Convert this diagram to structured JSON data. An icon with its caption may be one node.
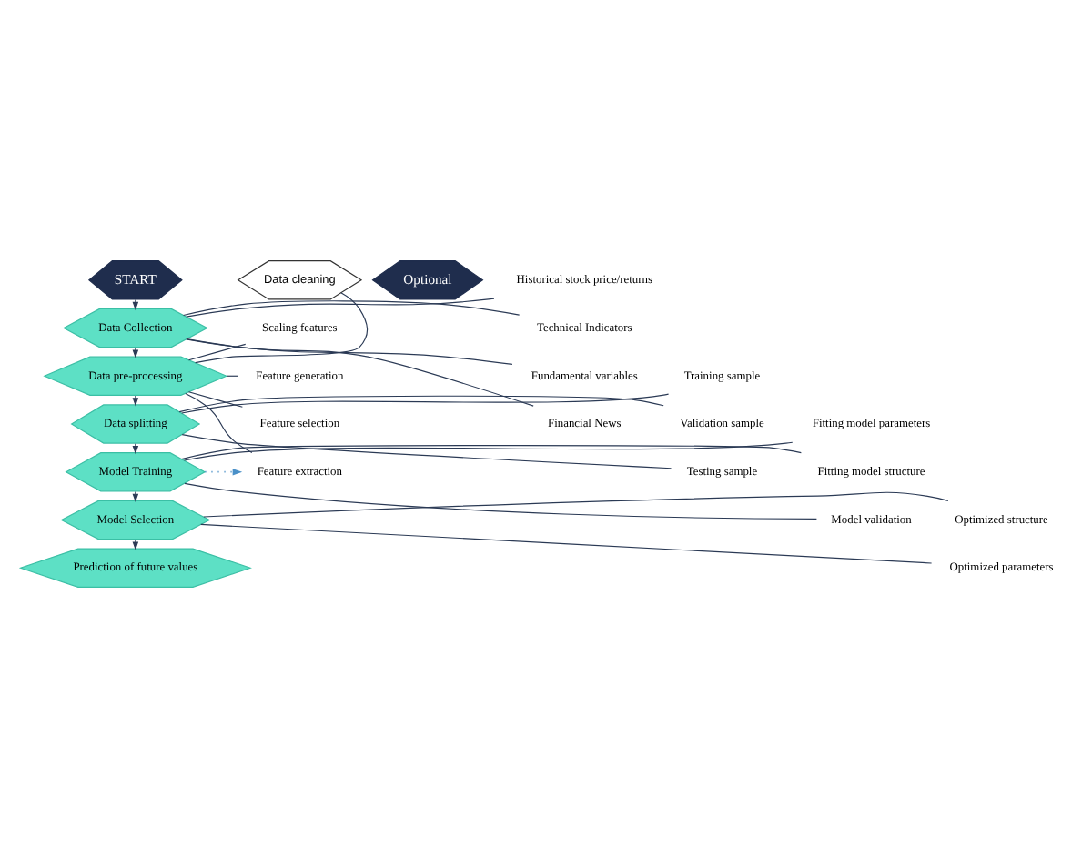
{
  "diagram": {
    "nodes": [
      {
        "text": [
          "START"
        ]
      },
      {
        "text": [
          "Data Collection"
        ]
      },
      {
        "text": [
          "Historical stock price/returns"
        ]
      },
      {
        "text": [
          "Technical Indicators"
        ]
      },
      {
        "text": [
          "Fundamental variables"
        ]
      },
      {
        "text": [
          "Financial News"
        ]
      },
      {
        "text": [
          "Data cleaning"
        ]
      },
      {
        "text": [
          "Optional"
        ]
      },
      {
        "text": [
          "Data pre-processing"
        ]
      },
      {
        "text": [
          "Scaling features"
        ]
      },
      {
        "text": [
          "Feature generation"
        ]
      },
      {
        "text": [
          "Feature selection"
        ]
      },
      {
        "text": [
          "Feature extraction"
        ]
      },
      {
        "text": [
          "Data splitting"
        ]
      },
      {
        "text": [
          "Training sample"
        ]
      },
      {
        "text": [
          "Validation sample"
        ]
      },
      {
        "text": [
          "Testing sample"
        ]
      },
      {
        "text": [
          "Model Training"
        ]
      },
      {
        "text": [
          "Fitting model parameters"
        ]
      },
      {
        "text": [
          "Fitting model structure"
        ]
      },
      {
        "text": [
          "Model validation"
        ]
      },
      {
        "text": [
          "Model Selection"
        ]
      },
      {
        "text": [
          "Optimized structure"
        ]
      },
      {
        "text": [
          "Optimized parameters"
        ]
      },
      {
        "text": [
          "Prediction of future values"
        ]
      }
    ],
    "edges": [
      {
        "from": 0,
        "to": 1,
        "arrow": "to"
      },
      {
        "from": 2,
        "to": 1,
        "arrow": "none"
      },
      {
        "from": 3,
        "to": 1,
        "arrow": "none"
      },
      {
        "from": 4,
        "to": 1,
        "arrow": "none"
      },
      {
        "from": 5,
        "to": 1,
        "arrow": "none"
      },
      {
        "from": 1,
        "to": 8,
        "arrow": "to"
      },
      {
        "from": 8,
        "to": 6,
        "arrow": "none"
      },
      {
        "from": 8,
        "to": 9,
        "arrow": "none"
      },
      {
        "from": 8,
        "to": 10,
        "arrow": "none"
      },
      {
        "from": 8,
        "to": 11,
        "arrow": "none"
      },
      {
        "from": 8,
        "to": 12,
        "arrow": "none"
      },
      {
        "from": 8,
        "to": 13,
        "arrow": "to"
      },
      {
        "from": 13,
        "to": 14,
        "arrow": "none"
      },
      {
        "from": 13,
        "to": 15,
        "arrow": "none"
      },
      {
        "from": 13,
        "to": 16,
        "arrow": "none"
      },
      {
        "from": 13,
        "to": 17,
        "arrow": "to"
      },
      {
        "from": 18,
        "to": 17,
        "arrow": "none"
      },
      {
        "from": 19,
        "to": 17,
        "arrow": "none"
      },
      {
        "from": 20,
        "to": 17,
        "arrow": "none"
      },
      {
        "from": 17,
        "to": 12,
        "arrow": "to",
        "style": "dashed",
        "color": "#4a90c8"
      },
      {
        "from": 17,
        "to": 21,
        "arrow": "to"
      },
      {
        "from": 21,
        "to": 22,
        "arrow": "none"
      },
      {
        "from": 21,
        "to": 23,
        "arrow": "none"
      },
      {
        "from": 21,
        "to": 24,
        "arrow": "to"
      }
    ]
  }
}
